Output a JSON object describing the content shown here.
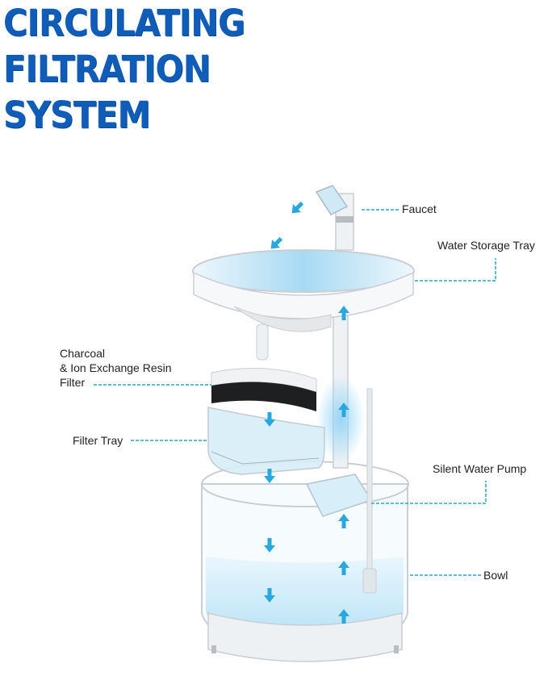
{
  "title": {
    "lines": [
      "CIRCULATING",
      "FILTRATION",
      "SYSTEM"
    ],
    "color": "#0f5db8"
  },
  "labels": {
    "faucet": "Faucet",
    "water_storage_tray": "Water Storage Tray",
    "filter_line1": "Charcoal",
    "filter_line2": "& Ion Exchange Resin",
    "filter_line3": "Filter",
    "filter_tray": "Filter Tray",
    "silent_water_pump": "Silent Water Pump",
    "bowl": "Bowl"
  },
  "colors": {
    "arrow": "#29a8e0",
    "leader_line": "#2aa3c9",
    "water": "#bfe4f7",
    "plastic_edge": "#c9ced4"
  },
  "icons": [
    "flow-arrow-icon"
  ]
}
